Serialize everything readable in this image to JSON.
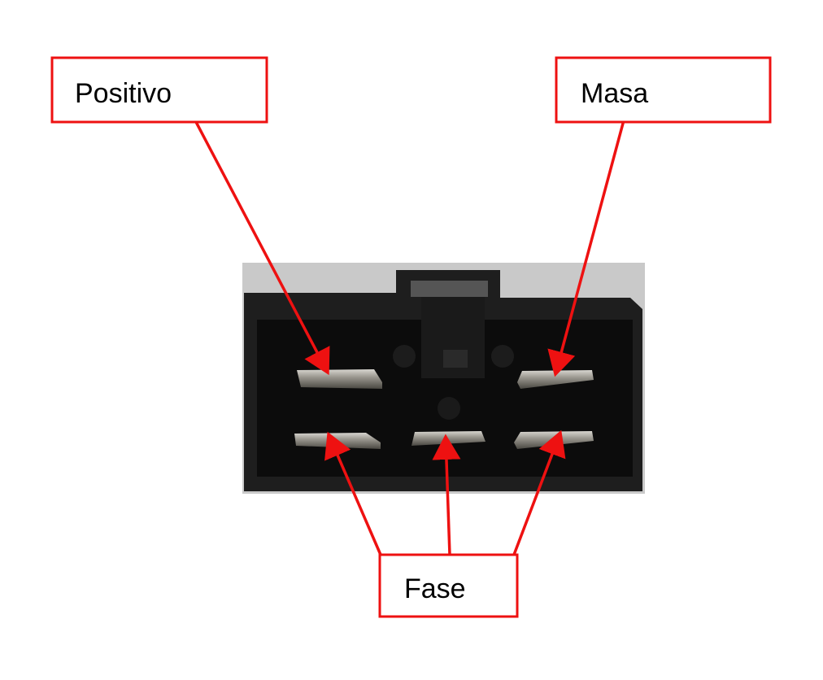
{
  "labels": {
    "positive": "Positivo",
    "ground": "Masa",
    "phase": "Fase"
  },
  "colors": {
    "annotation": "#ee1111",
    "connector_body": "#1c1c1c",
    "pin": "#9a978f",
    "background_surface": "#c9c9c9"
  }
}
